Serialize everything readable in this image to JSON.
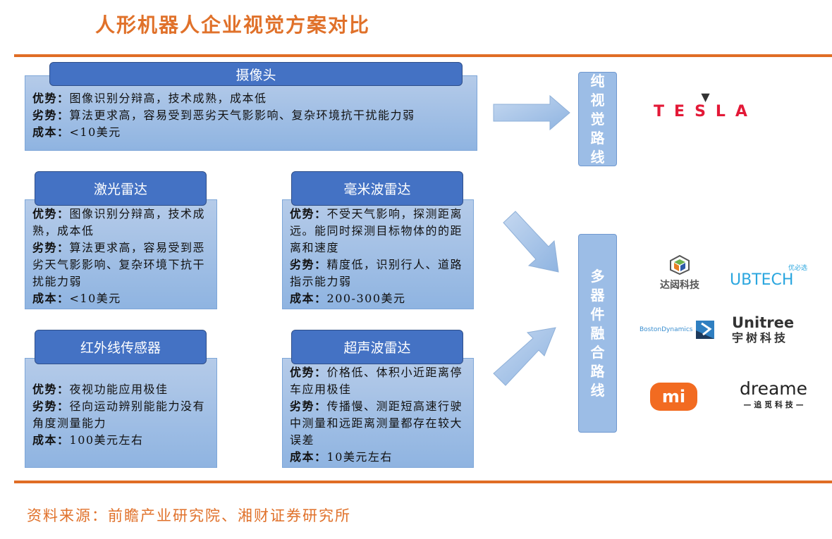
{
  "title": "人形机器人企业视觉方案对比",
  "sensors": {
    "camera": {
      "name": "摄像头",
      "rows": [
        {
          "label": "优势：",
          "text": "图像识别分辩高，技术成熟，成本低"
        },
        {
          "label": "劣势：",
          "text": "算法更求高，容易受到恶劣天气影影响、复杂环境抗干扰能力弱"
        },
        {
          "label": "成本：",
          "text": "<10美元"
        }
      ]
    },
    "lidar": {
      "name": "激光雷达",
      "rows": [
        {
          "label": "优势：",
          "text": "图像识别分辩高，技术成熟，成本低"
        },
        {
          "label": "劣势：",
          "text": "算法更求高，容易受到恶劣天气影影响、复杂环境下抗干扰能力弱"
        },
        {
          "label": "成本：",
          "text": "<10美元"
        }
      ]
    },
    "mmwave": {
      "name": "毫米波雷达",
      "rows": [
        {
          "label": "优势：",
          "text": "不受天气影响，探测距离远。能同时探测目标物体的的距离和速度"
        },
        {
          "label": "劣势：",
          "text": "精度低，识别行人、道路指示能力弱"
        },
        {
          "label": "成本：",
          "text": "200-300美元"
        }
      ]
    },
    "infrared": {
      "name": "红外线传感器",
      "rows": [
        {
          "label": "优势：",
          "text": "夜视功能应用极佳"
        },
        {
          "label": "劣势：",
          "text": "径向运动辨别能能力没有角度测量能力"
        },
        {
          "label": "成本：",
          "text": "100美元左右"
        }
      ]
    },
    "ultrasonic": {
      "name": "超声波雷达",
      "rows": [
        {
          "label": "优势：",
          "text": "价格低、体积小近距离停车应用极佳"
        },
        {
          "label": "劣势：",
          "text": "传播慢、测距短高速行驶中测量和远距离测量都存在较大误差"
        },
        {
          "label": "成本：",
          "text": "10美元左右"
        }
      ]
    }
  },
  "routes": {
    "pure_vision": [
      "纯",
      "视",
      "觉",
      "路",
      "线"
    ],
    "multi_sensor": [
      "多",
      "器",
      "件",
      "融",
      "合",
      "路",
      "线"
    ]
  },
  "logos": {
    "tesla": "TESLA",
    "damon": "达闼科技",
    "ubtech": "UBTECH",
    "ubtech_cn": "优必选",
    "boston": "BostonDynamics",
    "unitree": "Unitree",
    "unitree_cn": "宇树科技",
    "mi": "mi",
    "dreame": "dreame",
    "dreame_cn": "— 追 觅 科 技 —"
  },
  "footer": "资料来源：前瞻产业研究院、湘财证券研究所",
  "colors": {
    "accent": "#e0712a",
    "header": "#4472c4",
    "box": "#9cbde6"
  }
}
